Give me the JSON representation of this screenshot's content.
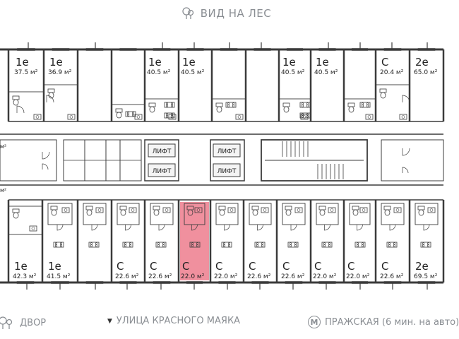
{
  "header": {
    "view_label": "ВИД НА ЛЕС",
    "view_icon": "tree-icon"
  },
  "footer": {
    "yard_label": "ДВОР",
    "street_label": "УЛИЦА КРАСНОГО МАЯКА",
    "metro_letter": "М",
    "metro_label": "ПРАЖСКАЯ (6 мин. на авто)"
  },
  "elevator_label": "ЛИФТ",
  "highlight_color": "#f0909e",
  "wall_color": "#3b3b3b",
  "side_unit_label": "м²",
  "top_units": [
    {
      "type": "1е",
      "area": "37.5 м²"
    },
    {
      "type": "1е",
      "area": "36.9 м²"
    },
    {
      "type": "1е",
      "area": "40.5 м²"
    },
    {
      "type": "1е",
      "area": "40.5 м²"
    },
    {
      "type": "1е",
      "area": "40.5 м²"
    },
    {
      "type": "1е",
      "area": "40.5 м²"
    },
    {
      "type": "С",
      "area": "20.4 м²"
    },
    {
      "type": "2е",
      "area": "65.0 м²"
    }
  ],
  "bottom_units": [
    {
      "type": "1е",
      "area": "42.3 м²"
    },
    {
      "type": "1е",
      "area": "41.5 м²"
    },
    {
      "type": "С",
      "area": "22.6 м²"
    },
    {
      "type": "С",
      "area": "22.6 м²"
    },
    {
      "type": "С",
      "area": "22.0 м²"
    },
    {
      "type": "С",
      "area": "22.0 м²",
      "selected": true
    },
    {
      "type": "С",
      "area": "22.6 м²"
    },
    {
      "type": "С",
      "area": "22.6 м²"
    },
    {
      "type": "С",
      "area": "22.0 м²"
    },
    {
      "type": "С",
      "area": "22.0 м²"
    },
    {
      "type": "С",
      "area": "22.6 м²"
    },
    {
      "type": "2е",
      "area": "69.5 м²"
    }
  ]
}
